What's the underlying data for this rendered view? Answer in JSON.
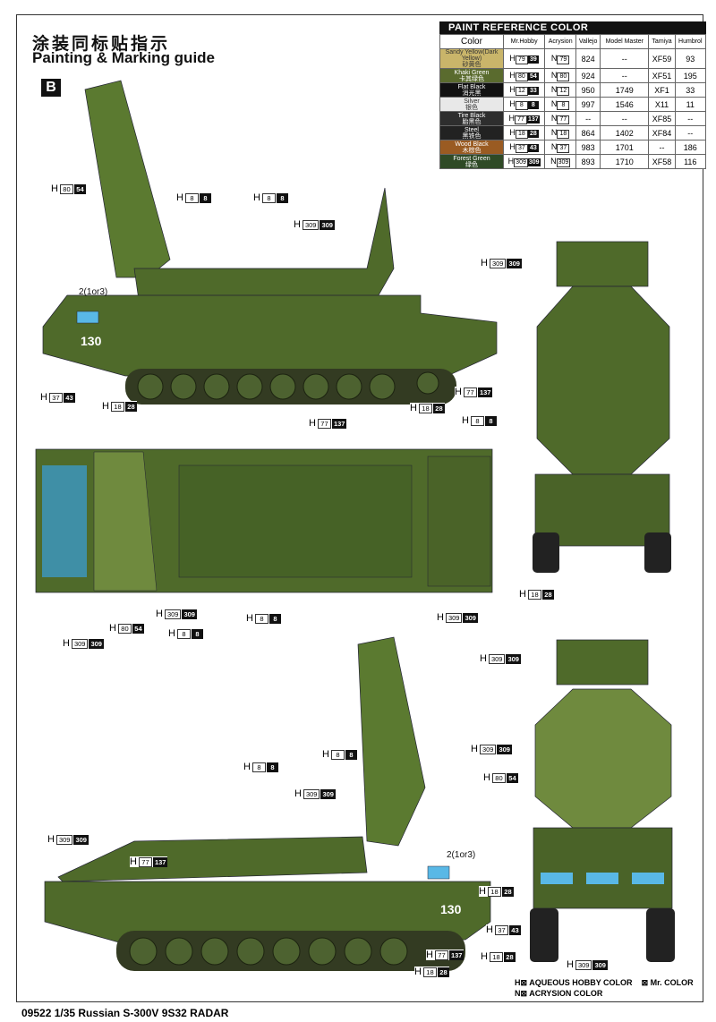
{
  "header": {
    "title_cn": "涂装同标贴指示",
    "title_en": "Painting & Marking guide",
    "scheme": "B"
  },
  "paint_table": {
    "title": "PAINT  REFERENCE COLOR",
    "columns": [
      "Color",
      "Mr.Hobby",
      "Acrysion",
      "Vallejo",
      "Model Master",
      "Tamiya",
      "Humbrol"
    ],
    "rows": [
      {
        "name": "Sandy Yellow(Dark Yellow)",
        "cn": "砂黄色",
        "swatch": "#c9b56a",
        "h": "79",
        "m": "39",
        "n": "79",
        "vallejo": "824",
        "mm": "--",
        "tamiya": "XF59",
        "humbrol": "93"
      },
      {
        "name": "Khaki Green",
        "cn": "卡其绿色",
        "swatch": "#5a6b2e",
        "h": "80",
        "m": "54",
        "n": "80",
        "vallejo": "924",
        "mm": "--",
        "tamiya": "XF51",
        "humbrol": "195"
      },
      {
        "name": "Flat Black",
        "cn": "消光黑",
        "swatch": "#111111",
        "h": "12",
        "m": "33",
        "n": "12",
        "vallejo": "950",
        "mm": "1749",
        "tamiya": "XF1",
        "humbrol": "33"
      },
      {
        "name": "Silver",
        "cn": "银色",
        "swatch": "#e8e8e8",
        "h": "8",
        "m": "8",
        "n": "8",
        "vallejo": "997",
        "mm": "1546",
        "tamiya": "X11",
        "humbrol": "11"
      },
      {
        "name": "Tire Black",
        "cn": "胎黑色",
        "swatch": "#2e2e2e",
        "h": "77",
        "m": "137",
        "n": "77",
        "vallejo": "--",
        "mm": "--",
        "tamiya": "XF85",
        "humbrol": "--"
      },
      {
        "name": "Steel",
        "cn": "黑铁色",
        "swatch": "#222222",
        "h": "18",
        "m": "28",
        "n": "18",
        "vallejo": "864",
        "mm": "1402",
        "tamiya": "XF84",
        "humbrol": "--"
      },
      {
        "name": "Wood Black",
        "cn": "木棕色",
        "swatch": "#9a5b22",
        "h": "37",
        "m": "43",
        "n": "37",
        "vallejo": "983",
        "mm": "1701",
        "tamiya": "--",
        "humbrol": "186"
      },
      {
        "name": "Forest Green",
        "cn": "绿色",
        "swatch": "#2f4a26",
        "h": "309",
        "m": "309",
        "n": "309",
        "vallejo": "893",
        "mm": "1710",
        "tamiya": "XF58",
        "humbrol": "116"
      }
    ]
  },
  "callouts": [
    {
      "h": "80",
      "m": "54"
    },
    {
      "h": "8",
      "m": "8"
    },
    {
      "h": "8",
      "m": "8"
    },
    {
      "h": "309",
      "m": "309"
    },
    {
      "h": "37",
      "m": "43"
    },
    {
      "h": "18",
      "m": "28"
    },
    {
      "h": "77",
      "m": "137"
    },
    {
      "h": "18",
      "m": "28"
    },
    {
      "h": "77",
      "m": "137"
    },
    {
      "h": "309",
      "m": "309"
    },
    {
      "h": "8",
      "m": "8"
    },
    {
      "h": "18",
      "m": "28"
    },
    {
      "h": "309",
      "m": "309"
    },
    {
      "h": "309",
      "m": "309"
    },
    {
      "h": "80",
      "m": "54"
    },
    {
      "h": "309",
      "m": "309"
    },
    {
      "h": "8",
      "m": "8"
    },
    {
      "h": "8",
      "m": "8"
    },
    {
      "h": "309",
      "m": "309"
    },
    {
      "h": "309",
      "m": "309"
    },
    {
      "h": "80",
      "m": "54"
    },
    {
      "h": "18",
      "m": "28"
    },
    {
      "h": "37",
      "m": "43"
    },
    {
      "h": "18",
      "m": "28"
    },
    {
      "h": "309",
      "m": "309"
    },
    {
      "h": "8",
      "m": "8"
    },
    {
      "h": "8",
      "m": "8"
    },
    {
      "h": "309",
      "m": "309"
    },
    {
      "h": "309",
      "m": "309"
    },
    {
      "h": "77",
      "m": "137"
    },
    {
      "h": "77",
      "m": "137"
    },
    {
      "h": "18",
      "m": "28"
    }
  ],
  "callout_prefix": "H",
  "decal_option": "2(1or3)",
  "hull_number": "130",
  "legend": {
    "hobby": "H⊠ AQUEOUS HOBBY COLOR",
    "mr": "⊠ Mr. COLOR",
    "acrysion": "N⊠ ACRYSION COLOR"
  },
  "footer": "09522 1/35 Russian S-300V 9S32 RADAR",
  "colors": {
    "hull_green": "#4f6a2a",
    "dark_green": "#3a5220",
    "light_green": "#6f8a3e"
  }
}
